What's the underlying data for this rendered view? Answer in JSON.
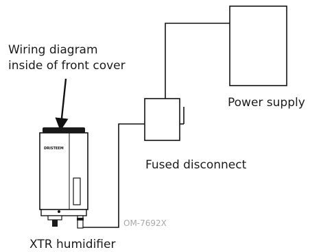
{
  "callout": {
    "line1": "Wiring diagram",
    "line2": "inside of front cover"
  },
  "labels": {
    "power_supply": "Power supply",
    "fused_disconnect": "Fused disconnect",
    "humidifier": "XTR humidifier",
    "figure_code": "OM-7692X"
  },
  "colors": {
    "line": "#111111",
    "figure_code": "#a8a8a8",
    "unit_top": "#1a1a1a",
    "unit_body": "#ffffff"
  }
}
